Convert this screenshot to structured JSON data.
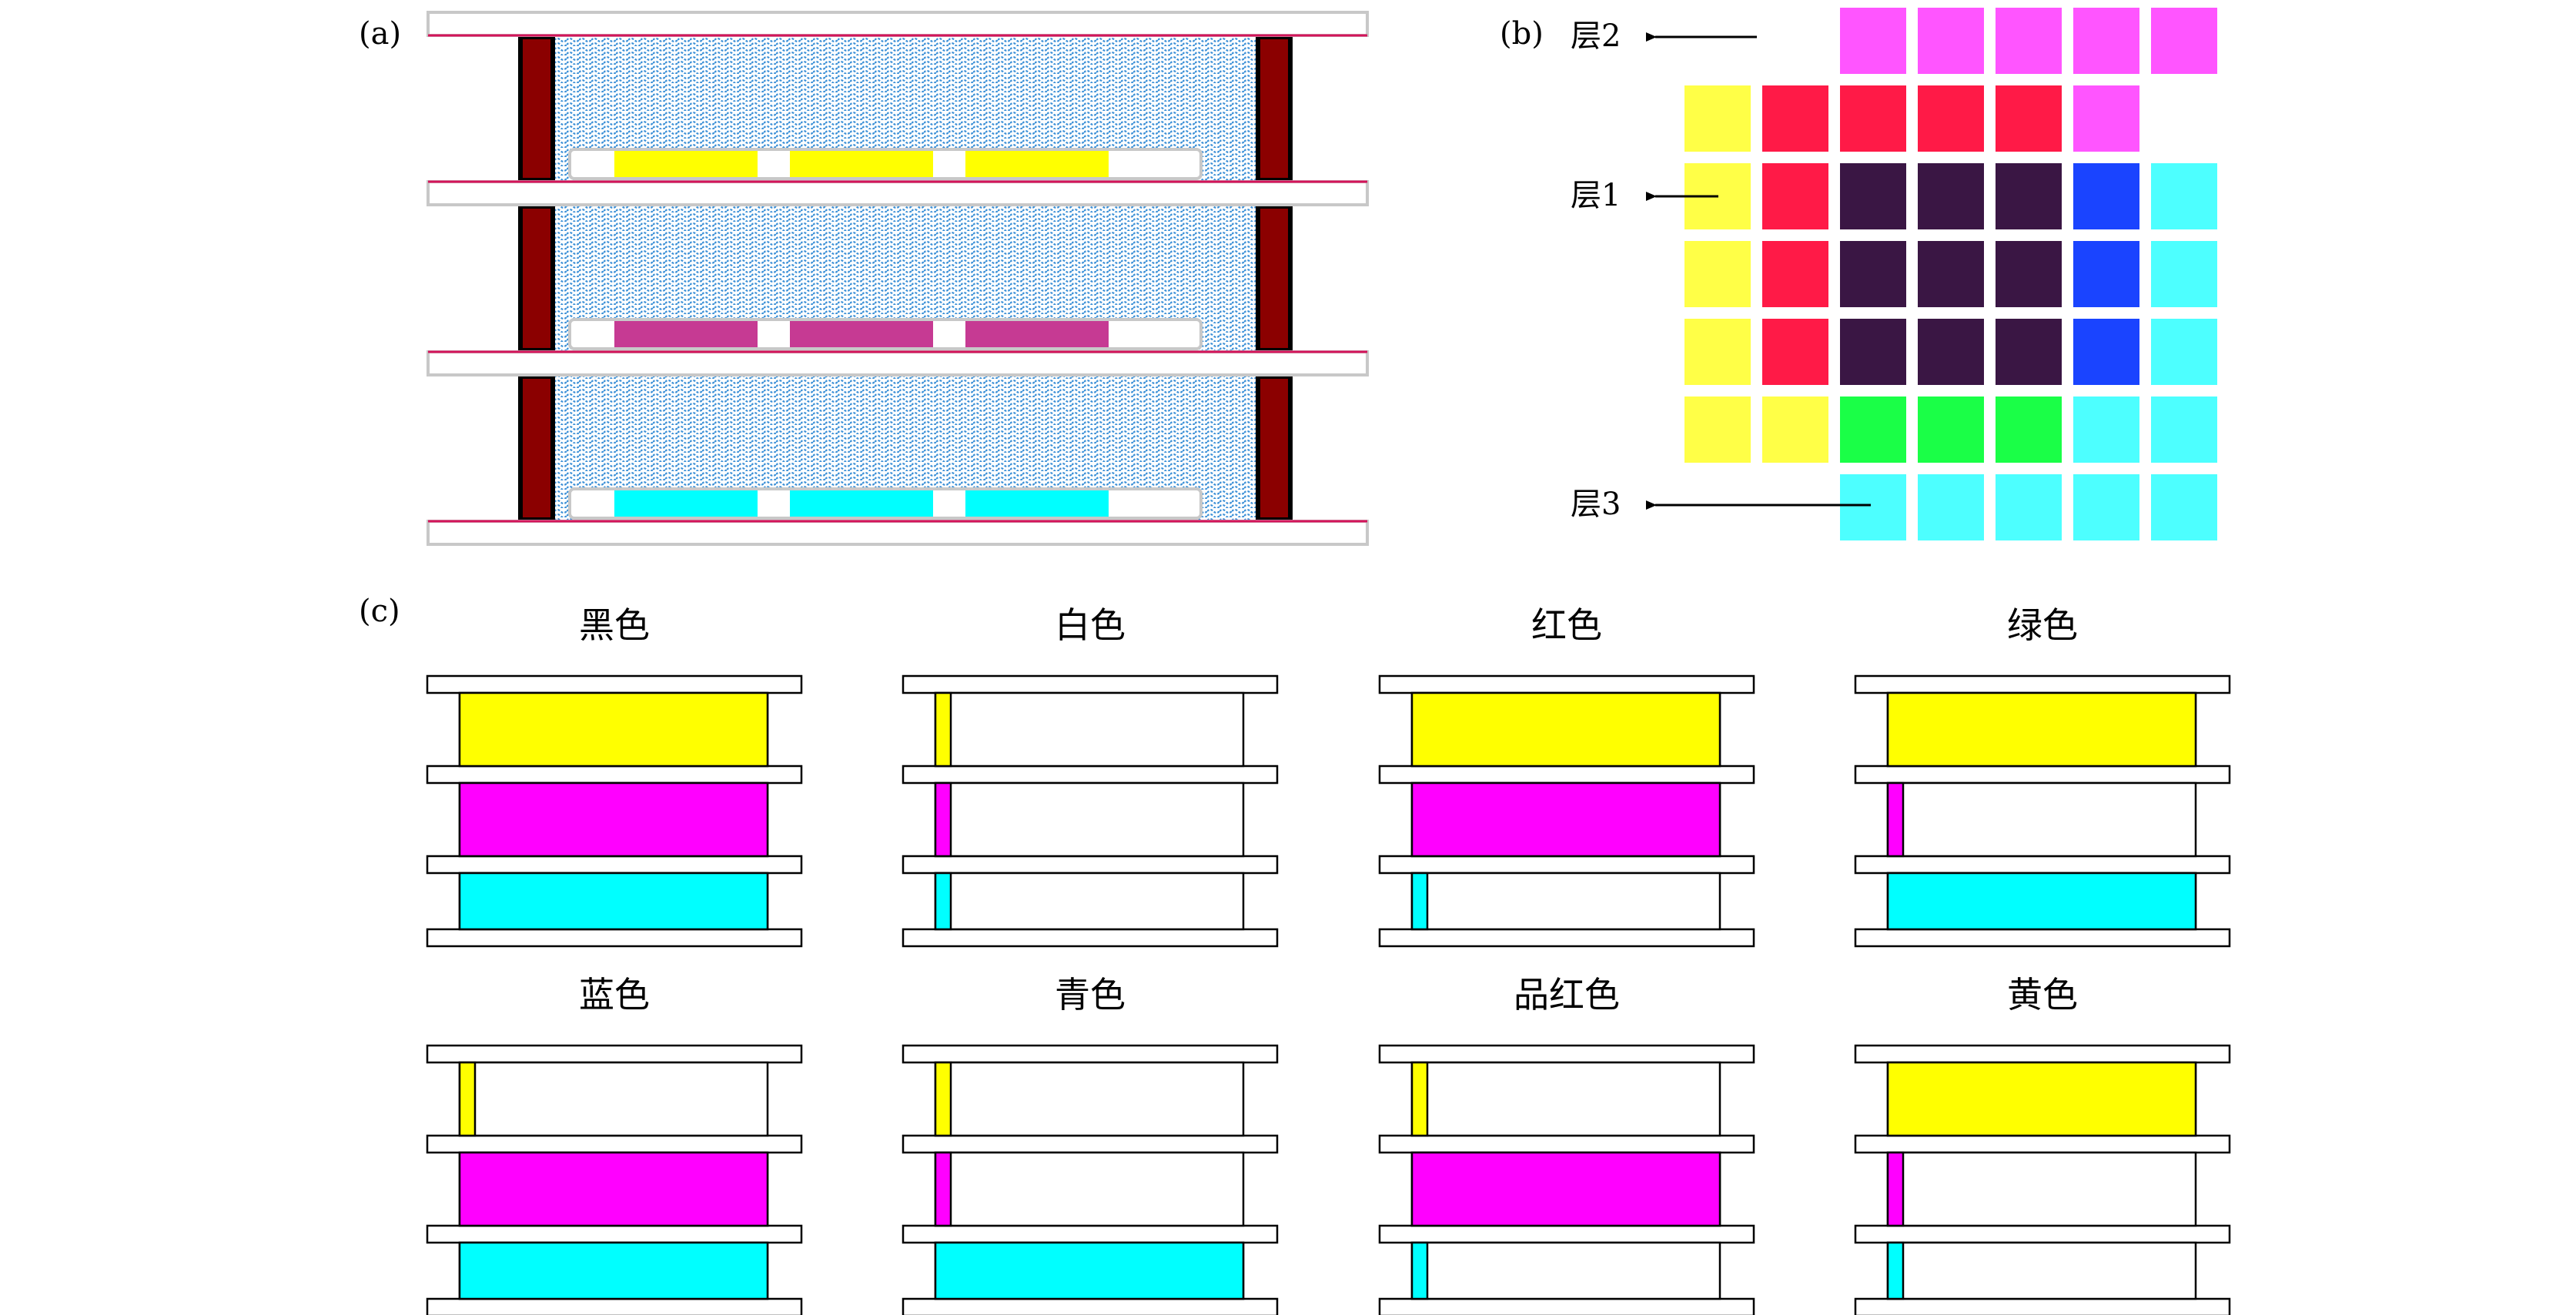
{
  "panels": {
    "a": "(a)",
    "b": "(b)",
    "c": "(c)"
  },
  "colors": {
    "yellow": "#ffff00",
    "magenta": "#ff00ff",
    "cyan": "#00ffff",
    "wall": "#8b0000",
    "electrode_line": "#d4145a",
    "fluid_pattern": "#3a8fd6",
    "a_pixels_layer1": "#ffff00",
    "a_pixels_layer2": "#c63a93",
    "a_pixels_layer3": "#00ffff",
    "plate_stroke": "#c8c8c8",
    "grid_yellow": "#ffff47",
    "grid_magenta": "#ff55ff",
    "grid_red": "#ff1a47",
    "grid_dark": "#3a1644",
    "grid_blue": "#1a44ff",
    "grid_cyan": "#4dffff",
    "grid_green": "#1aff47"
  },
  "layer_labels": [
    "层2",
    "层1",
    "层3"
  ],
  "grid": [
    [
      "",
      "",
      "magenta",
      "magenta",
      "magenta",
      "magenta",
      "magenta",
      ""
    ],
    [
      "yellow",
      "red",
      "red",
      "red",
      "red",
      "magenta",
      "",
      ""
    ],
    [
      "yellow",
      "red",
      "dark",
      "dark",
      "dark",
      "blue",
      "cyan",
      ""
    ],
    [
      "yellow",
      "red",
      "dark",
      "dark",
      "dark",
      "blue",
      "cyan",
      ""
    ],
    [
      "yellow",
      "red",
      "dark",
      "dark",
      "dark",
      "blue",
      "cyan",
      ""
    ],
    [
      "yellow",
      "yellow",
      "green",
      "green",
      "green",
      "cyan",
      "cyan",
      ""
    ],
    [
      "",
      "",
      "cyan",
      "cyan",
      "cyan",
      "cyan",
      "cyan",
      ""
    ]
  ],
  "cells": [
    {
      "title": "黑色",
      "fill": [
        1.0,
        1.0,
        1.0
      ]
    },
    {
      "title": "白色",
      "fill": [
        0.0,
        0.0,
        0.0
      ]
    },
    {
      "title": "红色",
      "fill": [
        1.0,
        1.0,
        0.0
      ]
    },
    {
      "title": "绿色",
      "fill": [
        1.0,
        0.0,
        1.0
      ]
    },
    {
      "title": "蓝色",
      "fill": [
        0.0,
        1.0,
        1.0
      ]
    },
    {
      "title": "青色",
      "fill": [
        0.0,
        0.0,
        1.0
      ]
    },
    {
      "title": "品红色",
      "fill": [
        0.0,
        1.0,
        0.0
      ]
    },
    {
      "title": "黄色",
      "fill": [
        1.0,
        0.0,
        0.0
      ]
    }
  ]
}
